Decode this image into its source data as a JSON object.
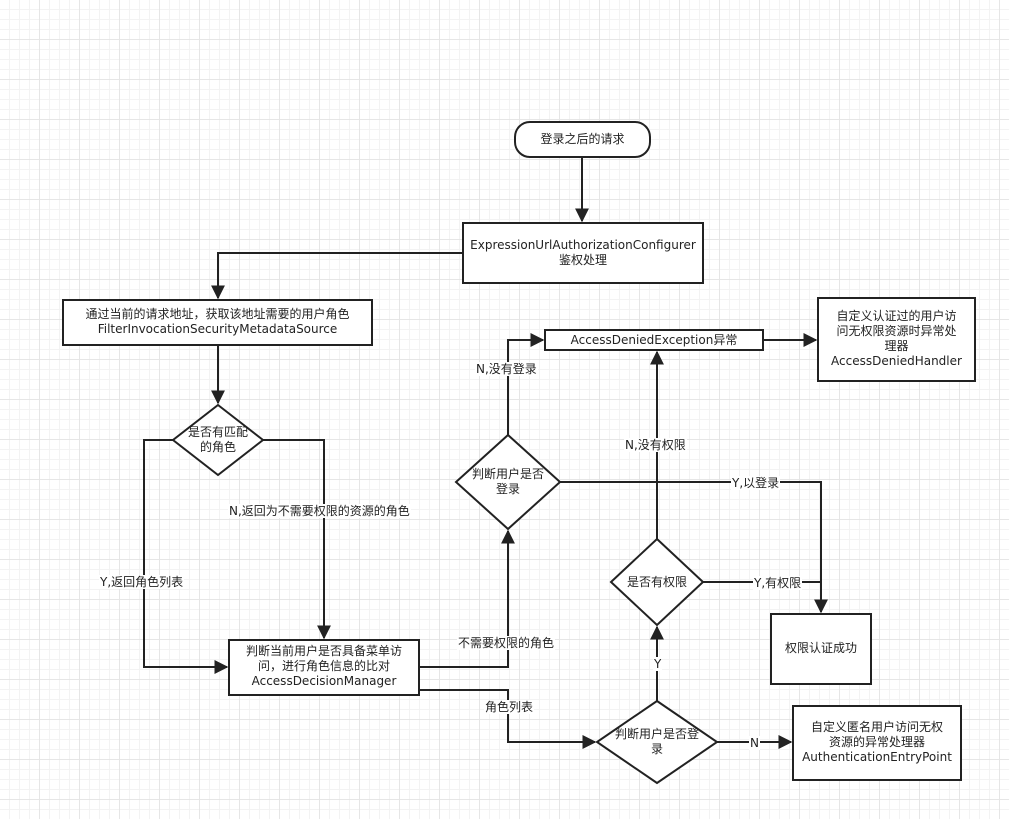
{
  "nodes": {
    "start": "登录之后的请求",
    "configurer": [
      "ExpressionUrlAuthorizationConfigurer",
      "鉴权处理"
    ],
    "metadata": [
      "通过当前的请求地址，获取该地址需要的用户角色",
      "FilterInvocationSecurityMetadataSource"
    ],
    "match_role": [
      "是否有匹配",
      "的角色"
    ],
    "decision": [
      "判断当前用户是否具备菜单访",
      "问，进行角色信息的比对",
      "AccessDecisionManager"
    ],
    "denied_exception": "AccessDeniedException异常",
    "denied_handler": [
      "自定义认证过的用户访",
      "问无权限资源时异常处",
      "理器",
      "AccessDeniedHandler"
    ],
    "login_check_top": [
      "判断用户是否",
      "登录"
    ],
    "has_perm": "是否有权限",
    "auth_success": "权限认证成功",
    "login_check_bottom": [
      "判断用户是否登",
      "录"
    ],
    "entry_point": [
      "自定义匿名用户访问无权",
      "资源的异常处理器",
      "AuthenticationEntryPoint"
    ]
  },
  "edge_labels": {
    "no_need_role": "N,返回为不需要权限的资源的角色",
    "role_list_yes": "Y,返回角色列表",
    "not_logged_in": "N,没有登录",
    "no_permission": "N,没有权限",
    "logged_in": "Y,以登录",
    "has_permission": "Y,有权限",
    "no_perm_role": "不需要权限的角色",
    "role_list": "角色列表",
    "yes": "Y",
    "no": "N"
  }
}
